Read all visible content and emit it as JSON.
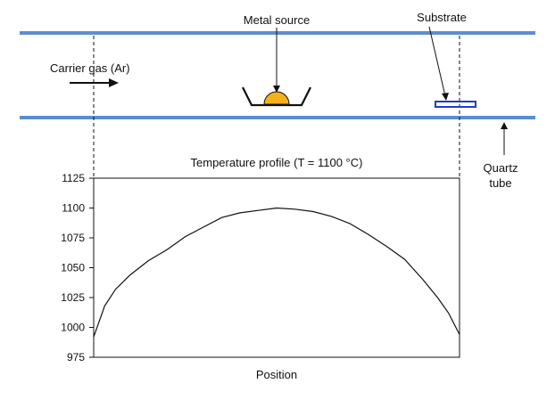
{
  "labels": {
    "metal_source": "Metal source",
    "substrate": "Substrate",
    "carrier_gas": "Carrier gas (Ar)",
    "quartz_line1": "Quartz",
    "quartz_line2": "tube"
  },
  "colors": {
    "tube": "#5b8ed0",
    "metal": "#f3b21a",
    "substrate": "#1f3fbf",
    "ink": "#111111"
  },
  "chart_data": {
    "type": "line",
    "title": "Temperature profile (T = 1100 °C)",
    "xlabel": "Position",
    "ylabel": "",
    "ylim": [
      975,
      1125
    ],
    "yticks": [
      975,
      1000,
      1025,
      1050,
      1075,
      1100,
      1125
    ],
    "series": [
      {
        "x": [
          0,
          0.03,
          0.06,
          0.1,
          0.15,
          0.2,
          0.25,
          0.3,
          0.35,
          0.4,
          0.45,
          0.5,
          0.55,
          0.6,
          0.65,
          0.7,
          0.75,
          0.8,
          0.85,
          0.9,
          0.94,
          0.97,
          1.0
        ],
        "y": [
          992,
          1018,
          1032,
          1044,
          1056,
          1065,
          1076,
          1084,
          1092,
          1096,
          1098,
          1100,
          1099,
          1097,
          1093,
          1087,
          1078,
          1068,
          1057,
          1040,
          1025,
          1012,
          994
        ]
      }
    ]
  }
}
